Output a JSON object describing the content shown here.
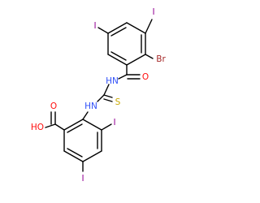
{
  "structure": {
    "atoms": {
      "iodo_top_left": "I",
      "iodo_top_right": "I",
      "bromo": "Br",
      "carbonyl_oxygen": "O",
      "amide_nh": "HN",
      "thiourea_sulfur": "S",
      "thiourea_nh": "HN",
      "carboxylic_oh": "HO",
      "carboxylic_oxygen": "O",
      "iodo_ring_right": "I",
      "iodo_ring_bottom": "I"
    },
    "colors": {
      "iodine": "#940094",
      "bromine": "#a62929",
      "oxygen": "#ff0d0d",
      "nitrogen": "#3050f8",
      "sulfur": "#c8a800",
      "bond": "#000000"
    }
  }
}
